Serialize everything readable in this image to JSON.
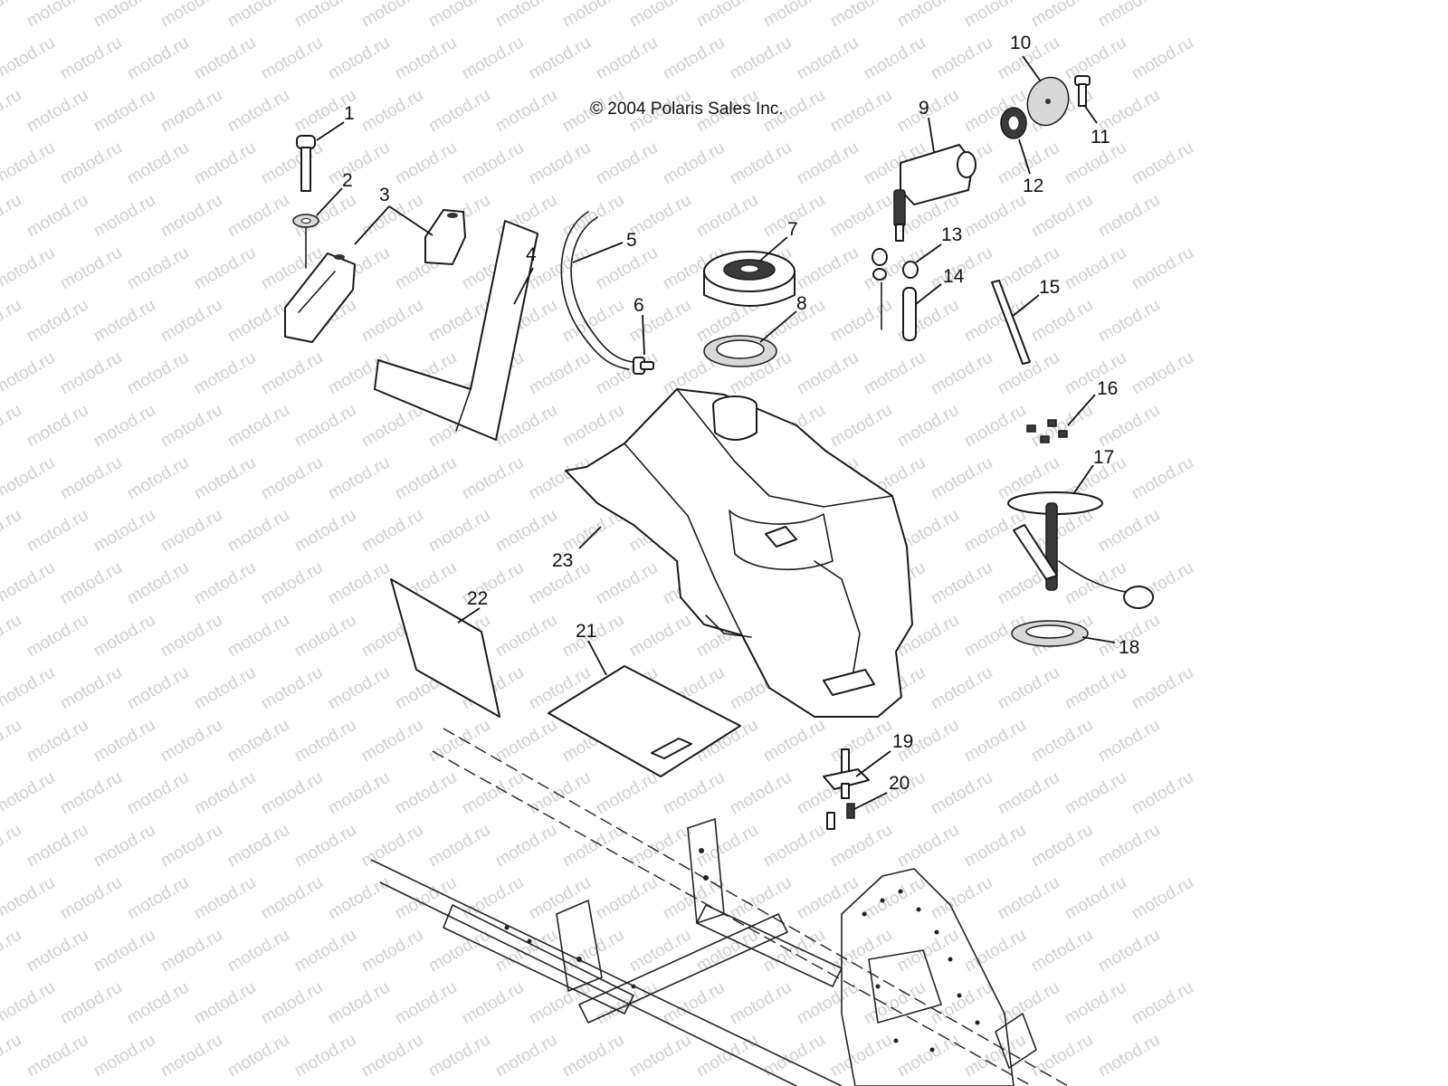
{
  "copyright": "© 2004 Polaris Sales Inc.",
  "watermark": "motod.ru",
  "callouts": [
    "1",
    "2",
    "3",
    "4",
    "5",
    "6",
    "7",
    "8",
    "9",
    "10",
    "11",
    "12",
    "13",
    "14",
    "15",
    "16",
    "17",
    "18",
    "19",
    "20",
    "21",
    "22",
    "23"
  ],
  "colors": {
    "line": "#1a1a1a",
    "background": "#ffffff",
    "watermark": "#cfcfcf"
  }
}
